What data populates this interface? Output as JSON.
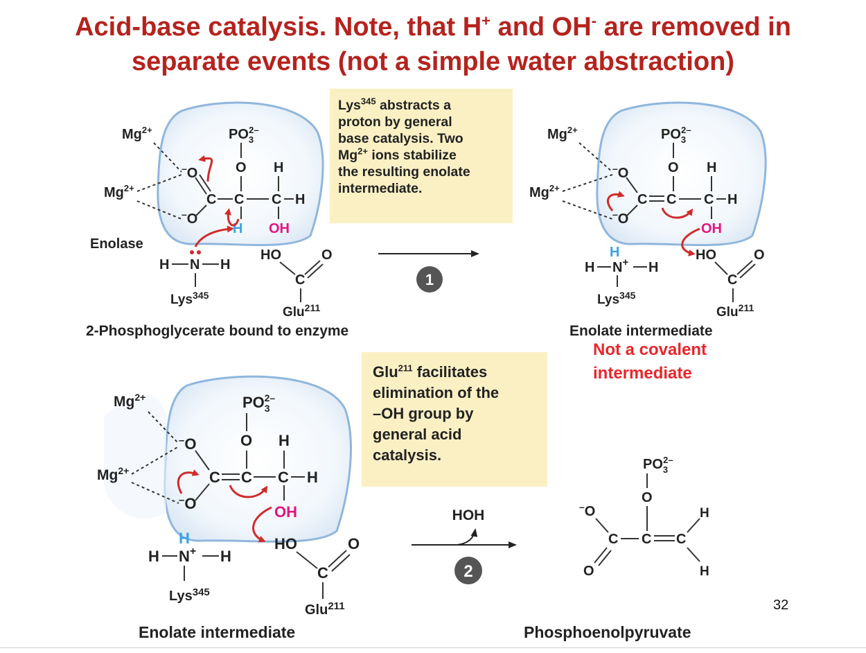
{
  "slide": {
    "title_line1_a": "Acid-base catalysis. Note, that H",
    "title_line1_b": " and OH",
    "title_line1_c": " are removed in",
    "title_line2": "separate events (not a simple water abstraction)",
    "sup_plus": "+",
    "sup_minus": "-",
    "page_number": "32"
  },
  "callouts": {
    "step1_lines": [
      "Lys345 abstracts a",
      "proton by general",
      "base catalysis. Two",
      "Mg2+ ions stabilize",
      "the resulting enolate",
      "intermediate."
    ],
    "step2_lines": [
      "Glu211 facilitates",
      "elimination of the",
      "–OH group by",
      "general acid",
      "catalysis."
    ]
  },
  "note": {
    "line1": "Not a covalent",
    "line2": "intermediate"
  },
  "captions": {
    "panel1": "2-Phosphoglycerate bound to enzyme",
    "panel2": "Enolate intermediate",
    "panel3": "Enolate intermediate",
    "panel4": "Phosphoenolpyruvate"
  },
  "labels": {
    "enolase": "Enolase",
    "mg": "Mg",
    "mg_charge": "2+",
    "po": "PO",
    "po_sub": "3",
    "po_charge": "2–",
    "o": "O",
    "c": "C",
    "h": "H",
    "n": "N",
    "oh": "OH",
    "ho": "HO",
    "lys": "Lys",
    "lys_num": "345",
    "glu": "Glu",
    "glu_num": "211",
    "plus": "+",
    "minus": "–",
    "hoh": "HOH",
    "step1": "1",
    "step2": "2"
  },
  "colors": {
    "title": "#b5231e",
    "note": "#e8262a",
    "arrow_red": "#d22a2a",
    "proton_blue": "#3aa3e0",
    "hydroxyl_pink": "#e0157f",
    "callout_bg": "#fbf0c4",
    "pocket_outline": "#8fb6dd",
    "step_circle": "#555555"
  }
}
